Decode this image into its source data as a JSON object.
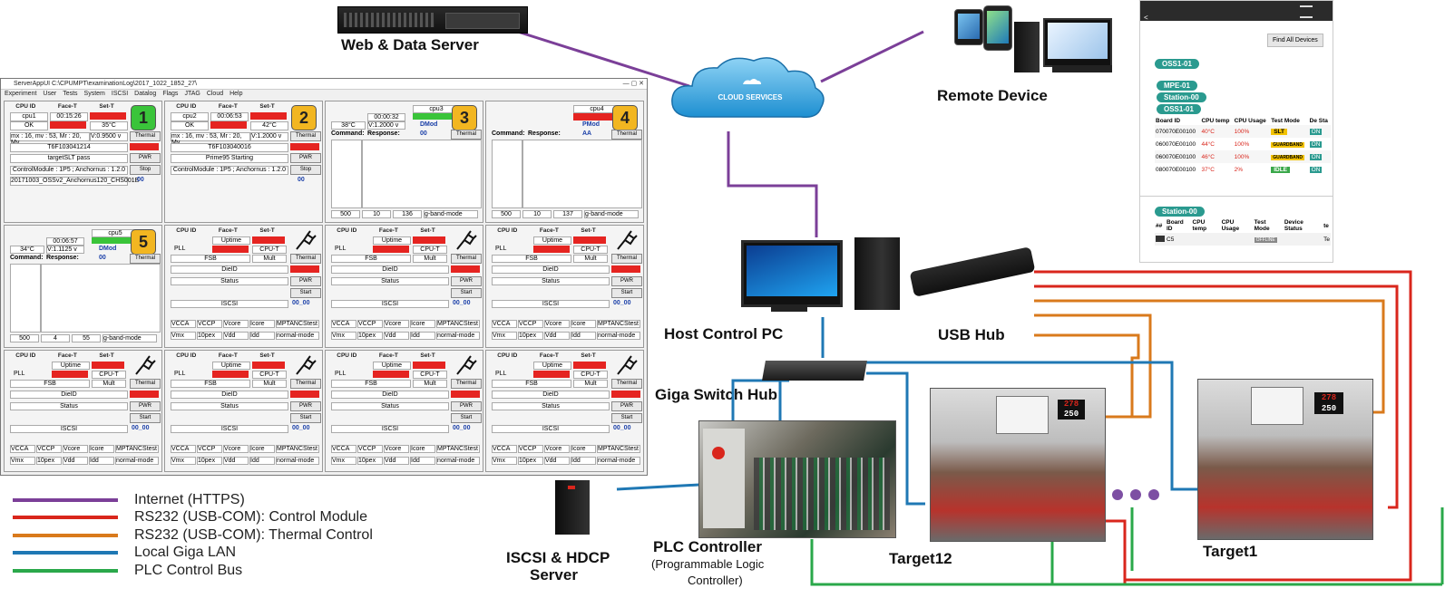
{
  "labels": {
    "web_server": "Web & Data Server",
    "cloud": "CLOUD SERVICES",
    "remote_device": "Remote Device",
    "host_pc": "Host Control PC",
    "usb_hub": "USB Hub",
    "giga_switch": "Giga Switch Hub",
    "iscsi_line1": "ISCSI & HDCP",
    "iscsi_line2": "Server",
    "plc_title": "PLC Controller",
    "plc_sub1": "(Programmable Logic",
    "plc_sub2": "Controller)",
    "target12": "Target12",
    "target1": "Target1"
  },
  "legend": [
    {
      "label": "Internet (HTTPS)",
      "color": "#7b3f98"
    },
    {
      "label": "RS232 (USB-COM): Control Module",
      "color": "#d9261c"
    },
    {
      "label": "RS232 (USB-COM): Thermal Control",
      "color": "#d97a1c"
    },
    {
      "label": "Local Giga LAN",
      "color": "#1f78b4"
    },
    {
      "label": "PLC Control Bus",
      "color": "#2aa84a"
    }
  ],
  "app_window": {
    "title": "ServerAppUI  C:\\CPUMPT\\examinationLog\\2017_1022_1852_27\\",
    "menu": [
      "Experiment",
      "User",
      "Tests",
      "System",
      "ISCSI",
      "Datalog",
      "Flags",
      "JTAG",
      "Cloud",
      "Help"
    ],
    "col_cpu_id": "CPU ID",
    "col_face_t": "Face-T",
    "col_set_t": "Set-T",
    "panel1": {
      "cpu": "cpu1",
      "uptime": "00:15:26",
      "ok": "OK",
      "temp": "35°C",
      "info": "mx : 16, mv : 53, Mr : 20, Mv",
      "volt": "V:0.9500 v",
      "board": "T6F103041214",
      "thermal": "Thermal",
      "target": "targetSLT pass",
      "pwr": "PWR",
      "stop": "Stop",
      "module": "ControlModule : 1P5  ;  Anchornus : 1.2.0",
      "number": "1",
      "log": "20171003_OSSv2_Anchornus120_CHS001E",
      "result": "00"
    },
    "panel2": {
      "cpu": "cpu2",
      "uptime": "00:06:53",
      "ok": "OK",
      "temp": "42°C",
      "info": "mx : 16, mv : 53, Mr : 20, Mv",
      "volt": "V:1.2000 v",
      "board": "T6F103040016",
      "target": "Prime95  Starting",
      "module": "ControlModule : 1P5  ;  Anchornus : 1.2.0",
      "number": "2",
      "result": "00"
    },
    "panel3": {
      "cpu": "cpu3",
      "uptime": "00:00:32",
      "temp": "38°C",
      "volt": "V:1.2000 v",
      "mode": "DMod",
      "command": "Command:",
      "response": "Response:",
      "result": "00",
      "number": "3",
      "vals": [
        "500",
        "10",
        "136"
      ],
      "dropdown": "g-band-mode"
    },
    "panel4": {
      "cpu": "cpu4",
      "mode": "PMod",
      "result": "AA",
      "number": "4",
      "vals": [
        "500",
        "10",
        "137"
      ],
      "dropdown": "g-band-mode"
    },
    "panel5": {
      "cpu": "cpu5",
      "uptime": "00:06:57",
      "temp": "34°C",
      "volt": "V:1.1125 v",
      "mode": "DMod",
      "result": "00",
      "number": "5",
      "vals": [
        "500",
        "4",
        "55"
      ],
      "dropdown": "g-band-mode"
    },
    "empty_panel": {
      "uptime": "Uptime",
      "pll": "PLL",
      "cpu_t": "CPU-T",
      "fsb": "FSB",
      "mult": "Mult",
      "dieid": "DieID",
      "status": "Status",
      "pwr": "PWR",
      "start": "Start",
      "iscsi": "ISCSI",
      "result": "00_00",
      "vcca": "VCCA",
      "vccp": "VCCP",
      "vcore": "Vcore",
      "icore": "Icore",
      "mptanc": "MPTANCStest",
      "vmax": "Vmx",
      "iopen": "10pex",
      "vdd": "Vdd",
      "idd": "Idd",
      "mode": "normal-mode",
      "thermal": "Thermal"
    }
  },
  "mobile_app": {
    "button": "Find All Devices",
    "tags": [
      "OSS1-01",
      "MPE-01",
      "Station-00",
      "OSS1-01"
    ],
    "table_head": [
      "Board ID",
      "CPU temp",
      "CPU Usage",
      "Test Mode",
      "De Sta"
    ],
    "rows": [
      {
        "id": "070070E00100",
        "temp": "40°C",
        "usage": "100%",
        "mode": "SLT",
        "st": "ON"
      },
      {
        "id": "060070E00100",
        "temp": "44°C",
        "usage": "100%",
        "mode": "GUARDBAND",
        "st": "ON"
      },
      {
        "id": "060070E00100",
        "temp": "46°C",
        "usage": "100%",
        "mode": "GUARDBAND",
        "st": "ON"
      },
      {
        "id": "080070E00100",
        "temp": "37°C",
        "usage": "2%",
        "mode": "IDLE",
        "st": "ON"
      }
    ],
    "station2": "Station-00",
    "table2_head": [
      "##",
      "Board ID",
      "CPU temp",
      "CPU Usage",
      "Test Mode",
      "Device Status",
      "te"
    ],
    "row2": {
      "id": "C5",
      "status": "OFFLINE",
      "te": "Te"
    }
  },
  "target_display": {
    "top": "278",
    "bottom": "250"
  }
}
